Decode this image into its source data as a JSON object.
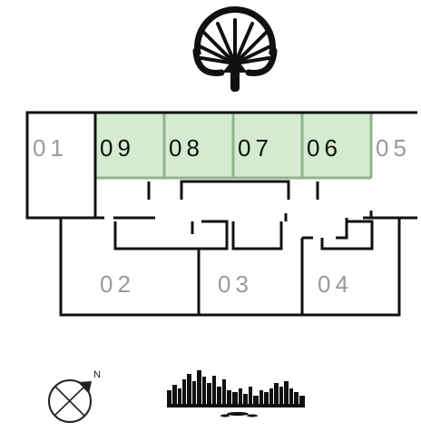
{
  "floor_plan": {
    "units": [
      {
        "id": "unit-01",
        "label": "01",
        "highlighted": false
      },
      {
        "id": "unit-09",
        "label": "09",
        "highlighted": true
      },
      {
        "id": "unit-08",
        "label": "08",
        "highlighted": true
      },
      {
        "id": "unit-07",
        "label": "07",
        "highlighted": true
      },
      {
        "id": "unit-06",
        "label": "06",
        "highlighted": true
      },
      {
        "id": "unit-05",
        "label": "05",
        "highlighted": false
      },
      {
        "id": "unit-02",
        "label": "02",
        "highlighted": false
      },
      {
        "id": "unit-03",
        "label": "03",
        "highlighted": false
      },
      {
        "id": "unit-04",
        "label": "04",
        "highlighted": false
      }
    ]
  },
  "compass": {
    "north_label": "N"
  },
  "icons": {
    "logo": "palm-tree-logo-icon",
    "compass": "compass-icon",
    "skyline": "city-skyline-icon"
  },
  "colors": {
    "highlight_fill": "#d4ebd0",
    "highlight_stroke": "#8fb58a",
    "wall": "#111111",
    "label_active": "#111111",
    "label_inactive": "#9a9a9a"
  }
}
